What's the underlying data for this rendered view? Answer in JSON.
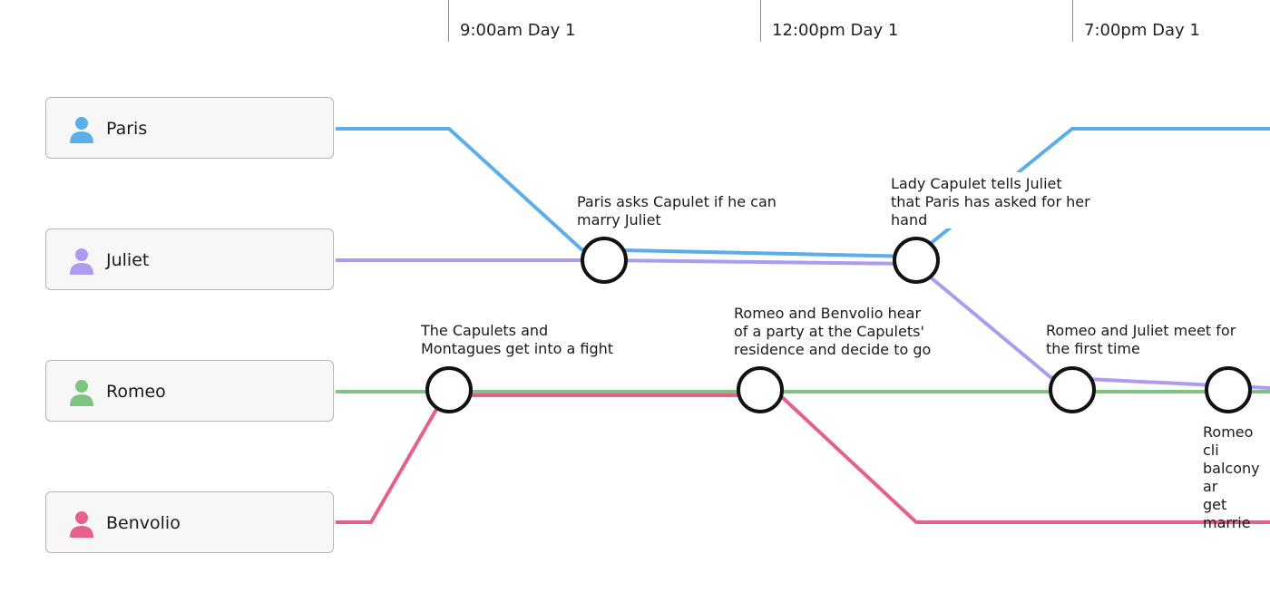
{
  "timeline": [
    {
      "label": "9:00am Day 1"
    },
    {
      "label": "12:00pm Day 1"
    },
    {
      "label": "7:00pm Day 1"
    }
  ],
  "characters": [
    {
      "name": "Paris",
      "color": "#5baee8",
      "icon": "person-icon"
    },
    {
      "name": "Juliet",
      "color": "#ad9bef",
      "icon": "person-icon"
    },
    {
      "name": "Romeo",
      "color": "#7cc47f",
      "icon": "person-icon"
    },
    {
      "name": "Benvolio",
      "color": "#e5608c",
      "icon": "person-icon"
    }
  ],
  "events": [
    {
      "text": "The Capulets and\nMontagues get into a fight",
      "characters": [
        "Romeo",
        "Benvolio"
      ]
    },
    {
      "text": "Paris asks Capulet if he can\nmarry Juliet",
      "characters": [
        "Paris",
        "Juliet"
      ]
    },
    {
      "text": "Romeo and Benvolio hear\nof a party at the Capulets'\nresidence and decide to go",
      "characters": [
        "Romeo",
        "Benvolio"
      ]
    },
    {
      "text": "Lady Capulet tells Juliet\nthat Paris has asked for her\nhand",
      "characters": [
        "Paris",
        "Juliet"
      ]
    },
    {
      "text": "Romeo and Juliet meet for\nthe first time",
      "characters": [
        "Juliet",
        "Romeo"
      ]
    },
    {
      "text": "Romeo cli\nbalcony ar\nget marrie",
      "characters": [
        "Juliet",
        "Romeo"
      ]
    }
  ]
}
